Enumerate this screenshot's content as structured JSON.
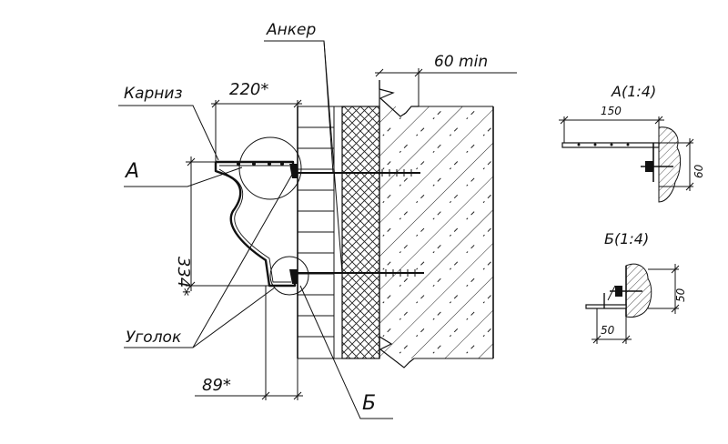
{
  "labels": {
    "cornice": "Карниз",
    "anchor": "Анкер",
    "angle": "Уголок",
    "callout_a": "А",
    "callout_b": "Б"
  },
  "dimensions": {
    "width_top": "220*",
    "height": "334*",
    "offset_bottom": "89*",
    "min_depth": "60 min"
  },
  "detail_a": {
    "title": "А(1:4)",
    "dim_length": "150",
    "dim_height": "60"
  },
  "detail_b": {
    "title": "Б(1:4)",
    "dim_height": "50",
    "dim_length": "50"
  }
}
